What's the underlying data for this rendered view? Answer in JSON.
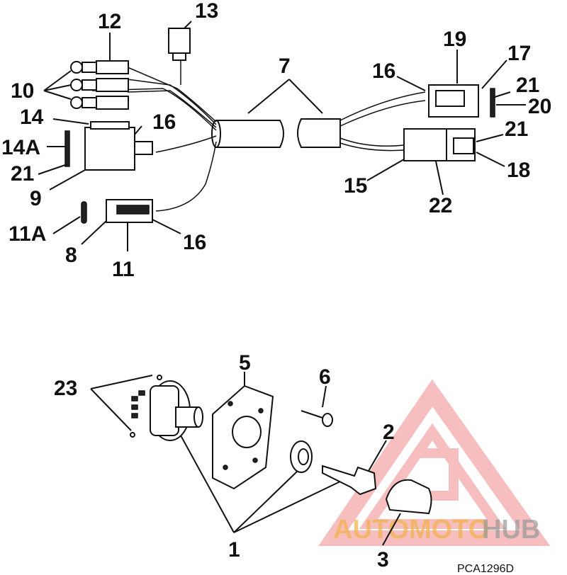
{
  "callouts": {
    "c1": "1",
    "c2": "2",
    "c3": "3",
    "c5": "5",
    "c6": "6",
    "c7": "7",
    "c8": "8",
    "c9": "9",
    "c10": "10",
    "c11": "11",
    "c11a": "11A",
    "c12": "12",
    "c13": "13",
    "c14": "14",
    "c14a": "14A",
    "c15": "15",
    "c16a": "16",
    "c16b": "16",
    "c16c": "16",
    "c17": "17",
    "c18": "18",
    "c19": "19",
    "c20": "20",
    "c21a": "21",
    "c21b": "21",
    "c21c": "21",
    "c22": "22",
    "c23": "23"
  },
  "reference_code": "PCA1296D",
  "watermark": {
    "text_auto": "AUTOMOTO",
    "text_hub": "HUB",
    "color": "#f2a23a",
    "triangle_color": "#f08a8a"
  }
}
